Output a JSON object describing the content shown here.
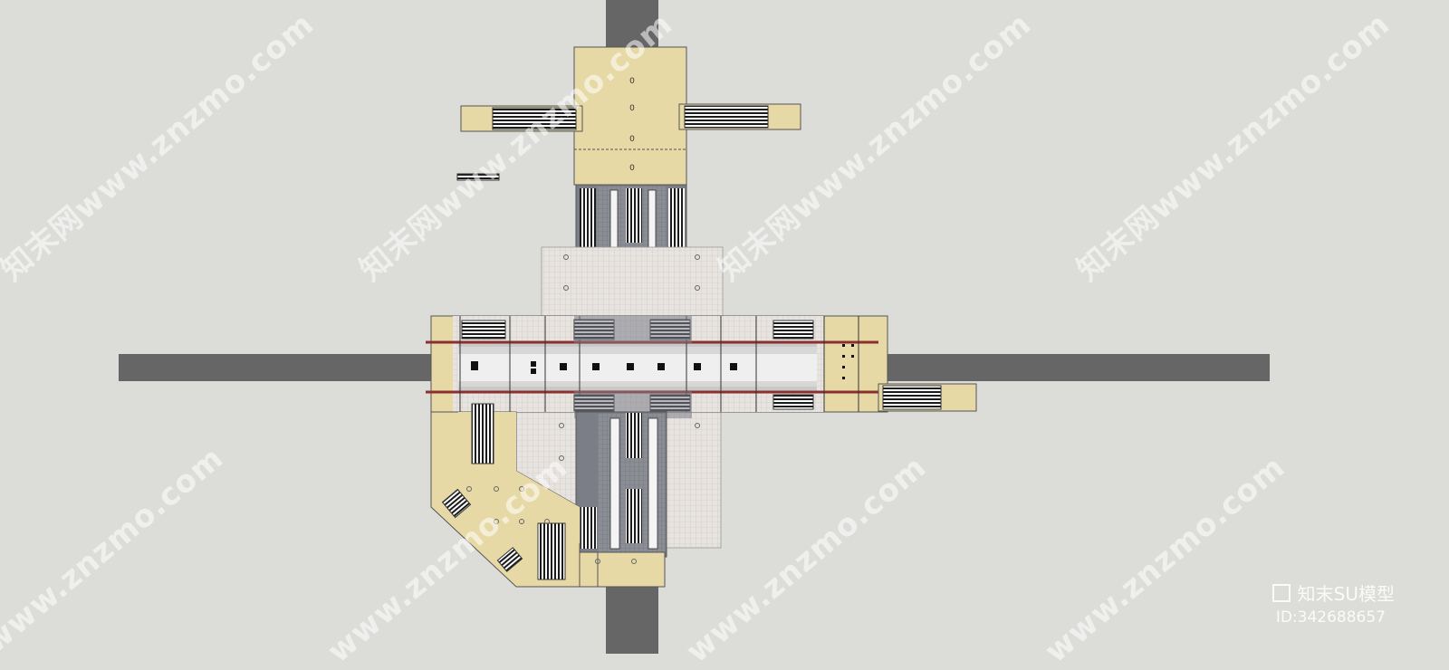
{
  "watermark": {
    "text": "知末网www.znzmo.com",
    "text_short": "www.znzmo.com"
  },
  "brand": {
    "label": "知末SU模型",
    "model_id": "ID:342688657"
  },
  "plan": {
    "marker": "0",
    "colors": {
      "background": "#dcdcd9",
      "track": "#666666",
      "concourse": "#e6d9a6",
      "platform_floor": "#d9d1cb",
      "corridor": "#7c7e87",
      "edge": "#5a5a5a",
      "rail_line": "#8b2f2f"
    }
  }
}
